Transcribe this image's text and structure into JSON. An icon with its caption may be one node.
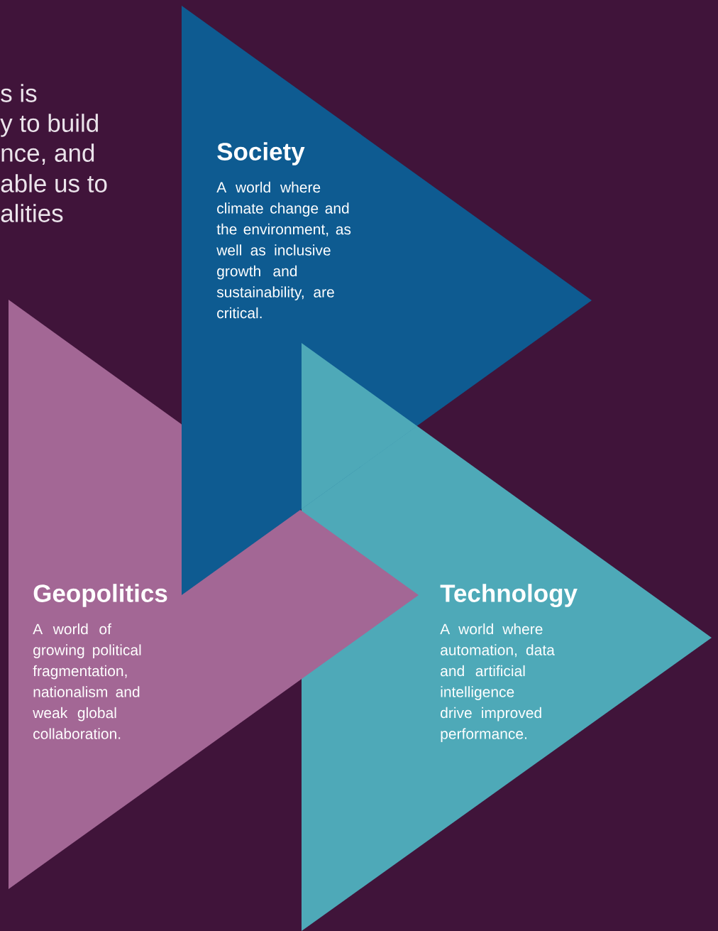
{
  "diagram": {
    "nodes": [
      {
        "text": [
          "Society",
          "A world where climate change and the environment, as well as inclusive growth and sustainability, are critical."
        ]
      },
      {
        "text": [
          "Geopolitics",
          "A world of growing political fragmentation, nationalism and weak global collaboration."
        ]
      },
      {
        "text": [
          "Technology",
          "A world where automation, data and artificial intelligence drive improved performance."
        ]
      }
    ],
    "labels": [
      "s is",
      "y to build",
      "nce, and",
      "able us to",
      "alities"
    ]
  }
}
